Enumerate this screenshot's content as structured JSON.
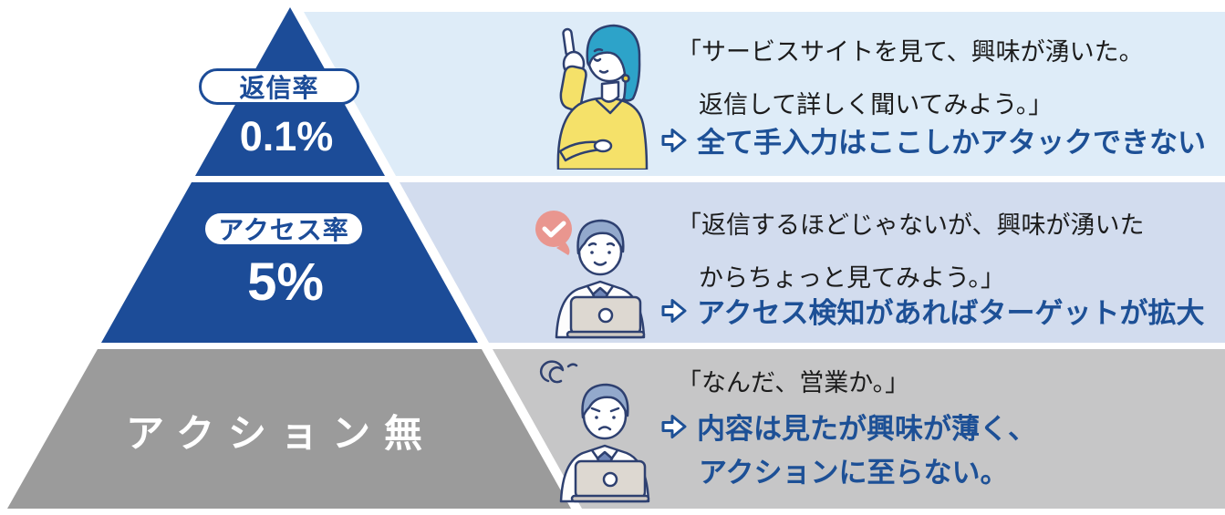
{
  "diagram_title": "reply-rate-funnel",
  "colors": {
    "pyramid_blue": "#1c4c98",
    "pyramid_gray": "#9b9b9b",
    "band1_bg": "#deecf8",
    "band2_bg": "#d2dcee",
    "band3_bg": "#c6c6c7",
    "accent_text_blue": "#1d5096",
    "body_text": "#1c1c1c",
    "bubble_pink": "#e9968f",
    "hair_teal": "#2da3c9",
    "sweater_yellow": "#f5e169",
    "hair_gray_blue": "#93a9cc",
    "laptop_beige": "#ddd8d1",
    "outline_navy": "#2e4070"
  },
  "pyramid": {
    "tiers": [
      {
        "label": "返信率",
        "value": "0.1%"
      },
      {
        "label": "アクセス率",
        "value": "5%"
      },
      {
        "label": "アクション無",
        "value": ""
      }
    ]
  },
  "rows": [
    {
      "illustration": "woman-pointing-illustration",
      "quote_line1": "「サービスサイトを見て、興味が湧いた。",
      "quote_line2": "返信して詳しく聞いてみよう。」",
      "point_line1": "全て手入力はここしかアタックできない"
    },
    {
      "illustration": "man-laptop-check-illustration",
      "quote_line1": "「返信するほどじゃないが、興味が湧いた",
      "quote_line2": "からちょっと見てみよう。」",
      "point_line1": "アクセス検知があればターゲットが拡大"
    },
    {
      "illustration": "man-laptop-annoyed-illustration",
      "quote_line1": "「なんだ、営業か。」",
      "point_line1": "内容は見たが興味が薄く、",
      "point_line2": "アクションに至らない。"
    }
  ],
  "icons": {
    "arrow": "right-arrow-outline-icon",
    "check": "checkmark-icon",
    "squiggle": "annoyed-squiggle-icon"
  }
}
